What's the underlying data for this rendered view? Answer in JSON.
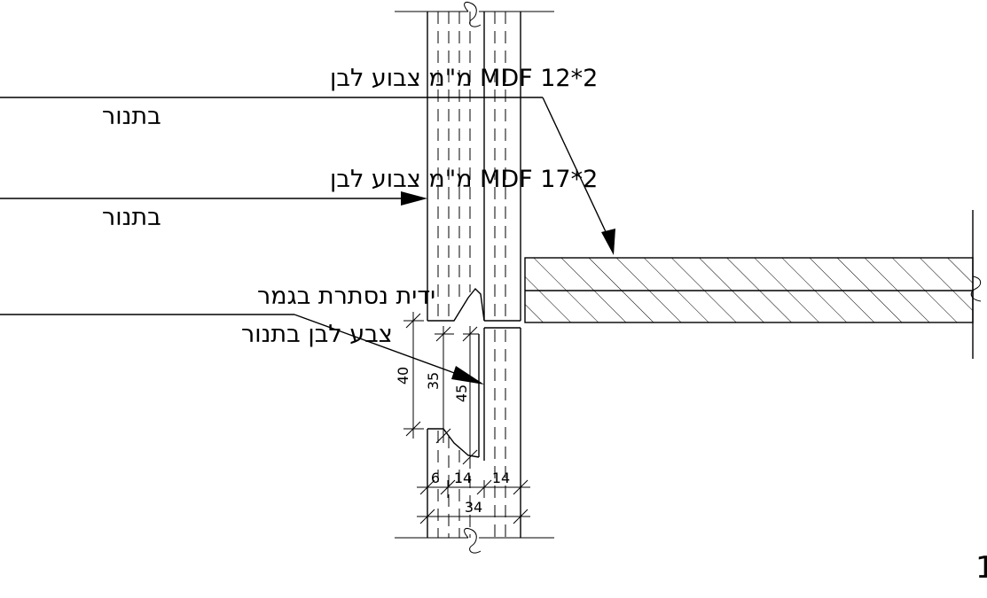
{
  "notes": {
    "mdf12_line1": "MDF 12*2 מ\"מ צבוע לבן",
    "mdf12_line2": "בתנור",
    "mdf17_line1": "MDF 17*2 מ\"מ צבוע לבן",
    "mdf17_line2": "בתנור",
    "handle_line1": "ידית נסתרת בגמר",
    "handle_line2": "צבע לבן בתנור"
  },
  "dimensions": {
    "d40": "40",
    "d35": "35",
    "d45": "45",
    "d6": "6",
    "d14a": "14",
    "d14b": "14",
    "d34": "34"
  },
  "title": "פרט 9 - קנ\"מ 1:5"
}
